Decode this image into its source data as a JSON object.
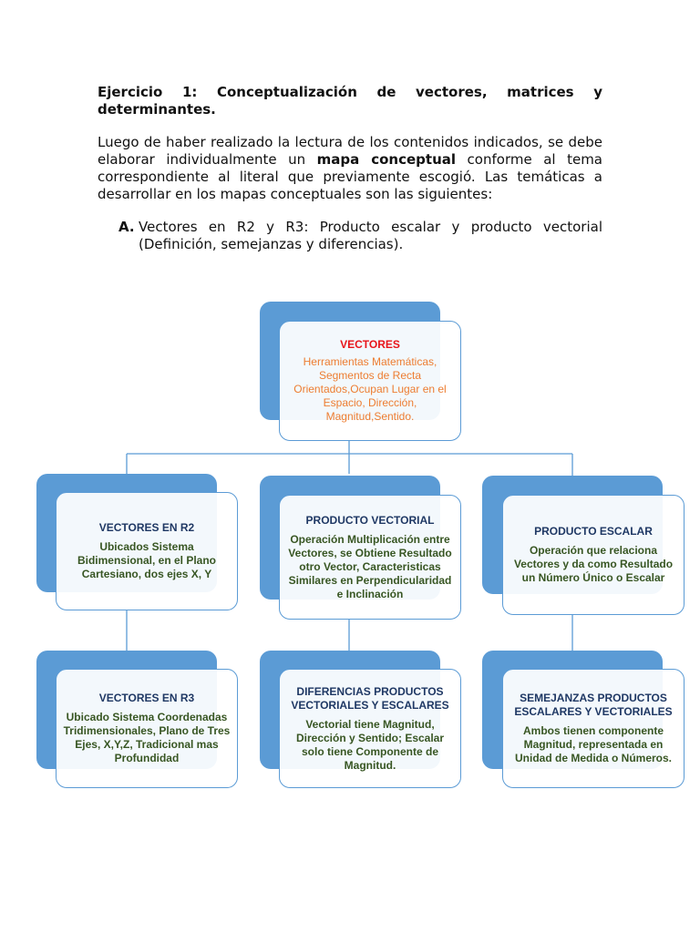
{
  "exercise": {
    "heading_line1": "Ejercicio 1: Conceptualización de vectores, matrices y",
    "heading_line2": "determinantes.",
    "para_before": "Luego de haber realizado la lectura de los contenidos indicados, se debe elaborar individualmente un ",
    "para_bold": "mapa conceptual",
    "para_after": " conforme al tema correspondiente al literal que previamente escogió. Las temáticas a desarrollar en los mapas conceptuales son las siguientes:",
    "item_letter": "A.",
    "item_text_line1": "Vectores en R2 y R3: Producto escalar y producto vectorial",
    "item_text_line2": "(Definición, semejanzas y diferencias)."
  },
  "concept_map": {
    "root": {
      "title": "VECTORES",
      "text": "Herramientas Matemáticas, Segmentos de Recta Orientados,Ocupan Lugar en el Espacio, Dirección, Magnitud,Sentido."
    },
    "level1": [
      {
        "title": "VECTORES EN R2",
        "text": "Ubicados Sistema Bidimensional, en el Plano Cartesiano, dos ejes  X, Y"
      },
      {
        "title": "PRODUCTO VECTORIAL",
        "text": "Operación Multiplicación entre Vectores, se Obtiene Resultado otro Vector, Caracteristicas Similares en Perpendicularidad e Inclinación"
      },
      {
        "title": "PRODUCTO ESCALAR",
        "text": "Operación que relaciona Vectores y da como Resultado un Número Único o Escalar"
      }
    ],
    "level2": [
      {
        "title": "VECTORES EN R3",
        "text": "Ubicado Sistema Coordenadas Tridimensionales, Plano de Tres Ejes, X,Y,Z, Tradicional mas Profundidad"
      },
      {
        "title": "DIFERENCIAS PRODUCTOS VECTORIALES Y ESCALARES",
        "text": "Vectorial tiene Magnitud, Dirección y Sentido; Escalar solo tiene Componente de Magnitud."
      },
      {
        "title": "SEMEJANZAS PRODUCTOS ESCALARES Y VECTORIALES",
        "text": "Ambos tienen componente Magnitud, representada en Unidad de Medida o Números."
      }
    ],
    "colors": {
      "box_blue": "#5b9bd5",
      "title_red": "#e8141a",
      "root_text_orange": "#ed7d31",
      "title_navy": "#1f3864",
      "body_green": "#385623"
    }
  }
}
